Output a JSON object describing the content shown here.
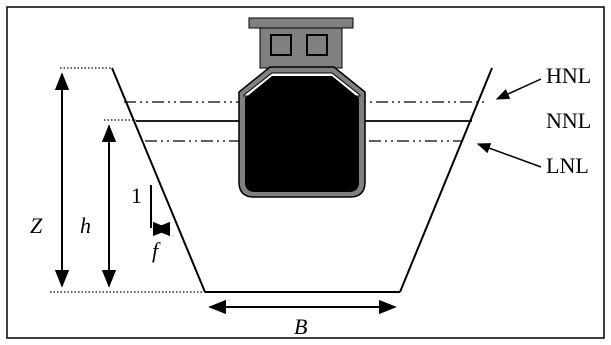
{
  "diagram": {
    "labels": {
      "hnl": "HNL",
      "nnl": "NNL",
      "lnl": "LNL",
      "z": "Z",
      "h": "h",
      "one": "1",
      "f": "f",
      "b": "B"
    },
    "colors": {
      "ink": "#000000",
      "hull": "#000000",
      "superstructure": "#808080",
      "background": "#ffffff"
    }
  }
}
